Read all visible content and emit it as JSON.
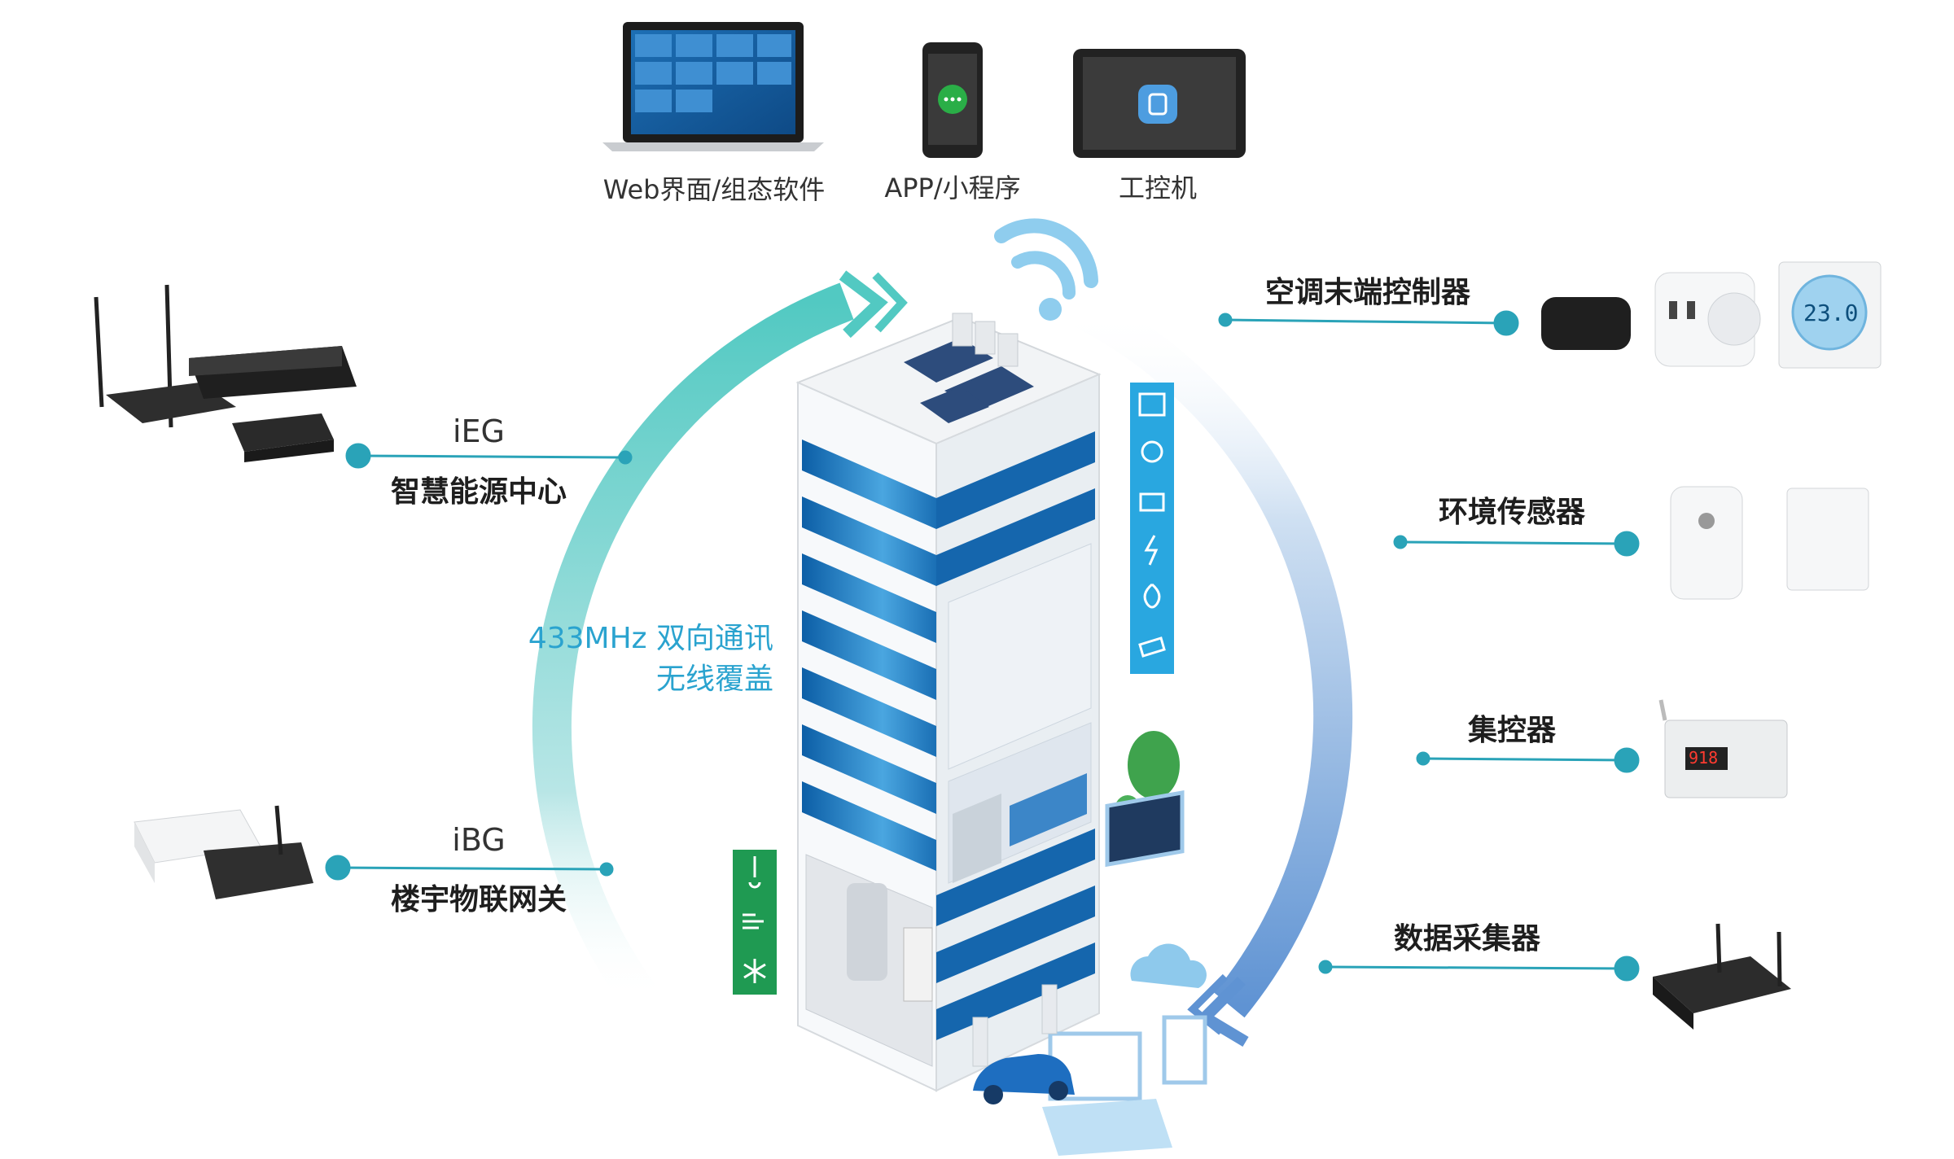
{
  "top_devices": {
    "web": "Web界面/组态软件",
    "app": "APP/小程序",
    "ipc": "工控机"
  },
  "left": {
    "ieg": {
      "title": "iEG",
      "subtitle": "智慧能源中心"
    },
    "ibg": {
      "title": "iBG",
      "subtitle": "楼宇物联网关"
    }
  },
  "center": {
    "line1": "433MHz 双向通讯",
    "line2": "无线覆盖"
  },
  "right": {
    "ac": "空调末端控制器",
    "env": "环境传感器",
    "ctrl": "集控器",
    "collector": "数据采集器"
  },
  "thermostat_display": "23.0",
  "controller_display": "918",
  "icons": {
    "right_panel": [
      "door-icon",
      "weather-icon",
      "solar-icon",
      "lightning-icon",
      "fire-icon",
      "camera-icon"
    ],
    "left_panel": [
      "thermometer-icon",
      "wind-icon",
      "snowflake-icon"
    ]
  },
  "colors": {
    "teal": "#5ccdc6",
    "blue": "#6f9fd8",
    "line": "#2aa3b8",
    "green": "#1fa05a",
    "building_blue": "#1b6fb0"
  }
}
